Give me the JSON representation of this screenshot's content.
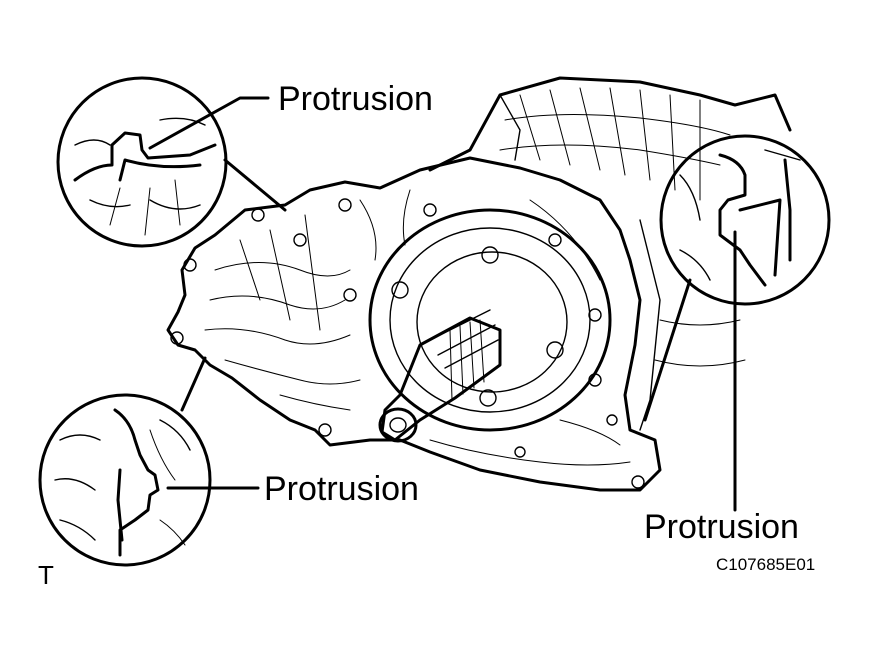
{
  "callouts": {
    "top_left": "Protrusion",
    "bottom_left": "Protrusion",
    "right": "Protrusion"
  },
  "figure_code": "C107685E01",
  "corner_mark": "T",
  "colors": {
    "ink": "#000000",
    "background": "#ffffff"
  }
}
